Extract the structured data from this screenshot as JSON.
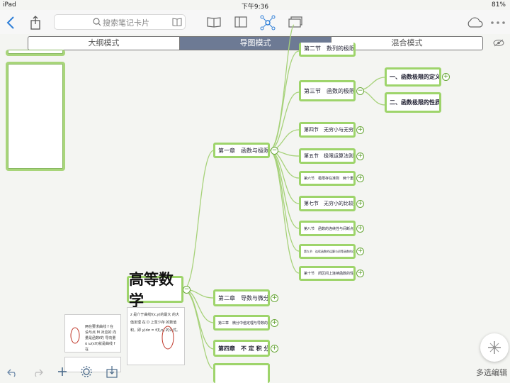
{
  "status": {
    "device": "iPad",
    "time": "下午9:36",
    "battery": "81%"
  },
  "search": {
    "placeholder": "搜索笔记卡片"
  },
  "modes": {
    "outline": "大纲模式",
    "mindmap": "导图模式",
    "mixed": "混合模式"
  },
  "root": {
    "title": "高等数学"
  },
  "chapter1": {
    "label": "第一章　函数与极限",
    "sections": [
      "第二节　数列的极限",
      "第三节　函数的极限",
      "第四节　无穷小与无穷大",
      "第五节　极限运算法则",
      "第六节　极限存在准则　两个重要极限",
      "第七节　无穷小的比较",
      "第八节　函数的连续性与间断点",
      "第九节　连续函数的运算与初等函数的连续性",
      "第十节　闭区间上连续函数的性质"
    ],
    "sub": [
      "一、函数极限的定义",
      "二、函数极限的性质"
    ]
  },
  "chapters": [
    "第二章　导数与微分",
    "第三章　微分中值定理与导数的应用",
    "第四章　不 定 积 分"
  ],
  "bottom": {
    "multi": "多选编辑"
  },
  "thumbs": {
    "a": "两在要求曲线 f 在 设与点 M 对应的 向量是函数f的 导向量ɑ ω(x0)就是曲线 f 在",
    "b": "z 是介于曲线f(x,y)的最大 的大值定理 在 D 上至少存 的数值积，即 y)dσ = f(ξ,η) 的公式。"
  },
  "colors": {
    "accent": "#9ed46b",
    "tab_active": "#6d7a94",
    "link": "#2f7fd8"
  }
}
